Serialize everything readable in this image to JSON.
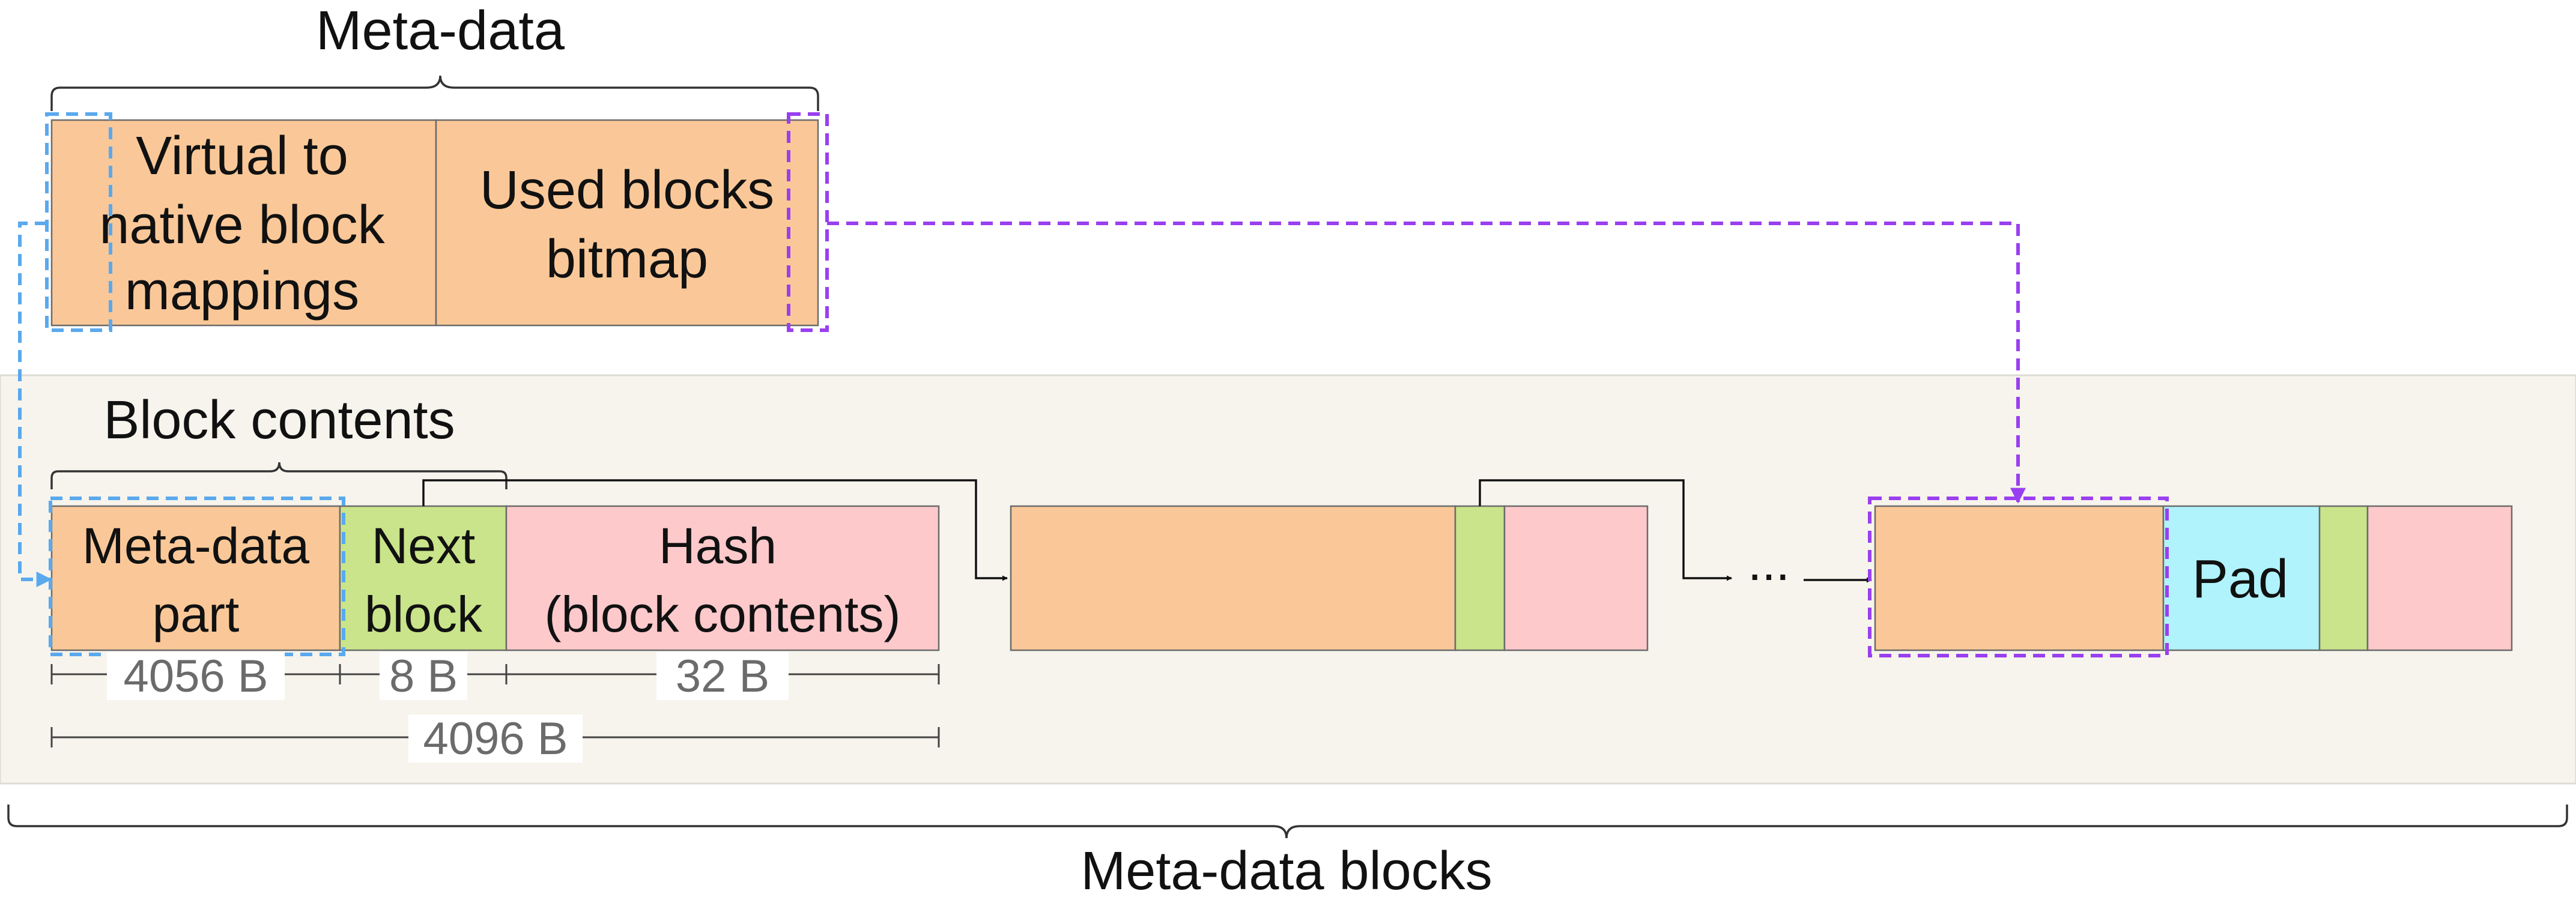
{
  "title": "Meta-data",
  "metadata_table": {
    "cell1": [
      "Virtual to",
      "native block",
      "mappings"
    ],
    "cell2": [
      "Used blocks",
      "bitmap"
    ]
  },
  "block_contents_label": "Block contents",
  "block": {
    "part1": [
      "Meta-data",
      "part"
    ],
    "part2": [
      "Next",
      "block"
    ],
    "part3": [
      "Hash",
      "(block contents)"
    ]
  },
  "sizes": {
    "part1": "4056 B",
    "part2": "8 B",
    "part3": "32 B",
    "total": "4096 B"
  },
  "ellipsis": "...",
  "pad_label": "Pad",
  "bottom_label": "Meta-data blocks",
  "colors": {
    "orange": "#fac898",
    "green": "#c9e48a",
    "pink": "#fdc9cb",
    "cyan": "#b0f3fc",
    "panel": "#f6f4ec",
    "blue_dash": "#5aa9ee",
    "purple_dash": "#9a3ff0"
  }
}
